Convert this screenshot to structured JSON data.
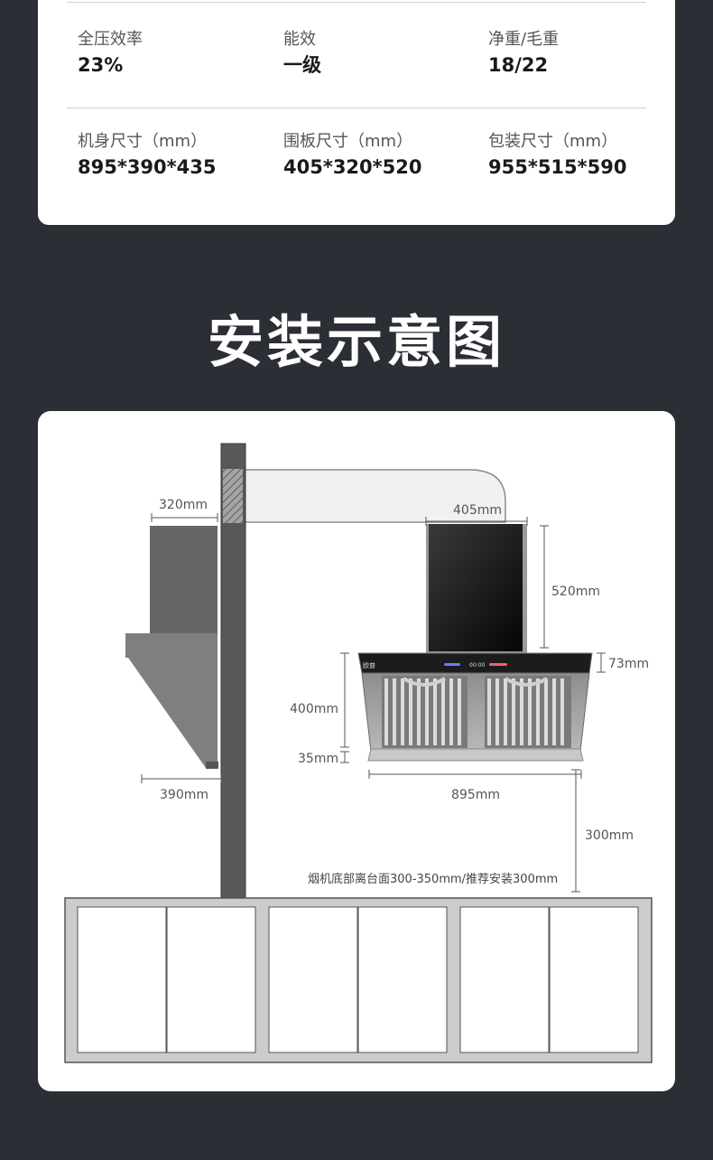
{
  "specs": [
    {
      "label": "全压效率",
      "value": "23%"
    },
    {
      "label": "能效",
      "value": "一级"
    },
    {
      "label": "净重/毛重",
      "value": "18/22"
    },
    {
      "label": "机身尺寸（mm）",
      "value": "895*390*435"
    },
    {
      "label": "围板尺寸（mm）",
      "value": "405*320*520"
    },
    {
      "label": "包装尺寸（mm）",
      "value": "955*515*590"
    }
  ],
  "section_title": "安装示意图",
  "diagram": {
    "side_top_width": "320mm",
    "side_depth": "390mm",
    "panel_width": "405mm",
    "panel_height": "520mm",
    "body_band_height": "73mm",
    "body_height": "400mm",
    "bottom_height": "35mm",
    "body_width": "895mm",
    "clearance": "300mm",
    "note": "烟机底部离台面300-350mm/推荐安装300mm",
    "brand_mark": "欧普",
    "display_time": "00:00"
  }
}
